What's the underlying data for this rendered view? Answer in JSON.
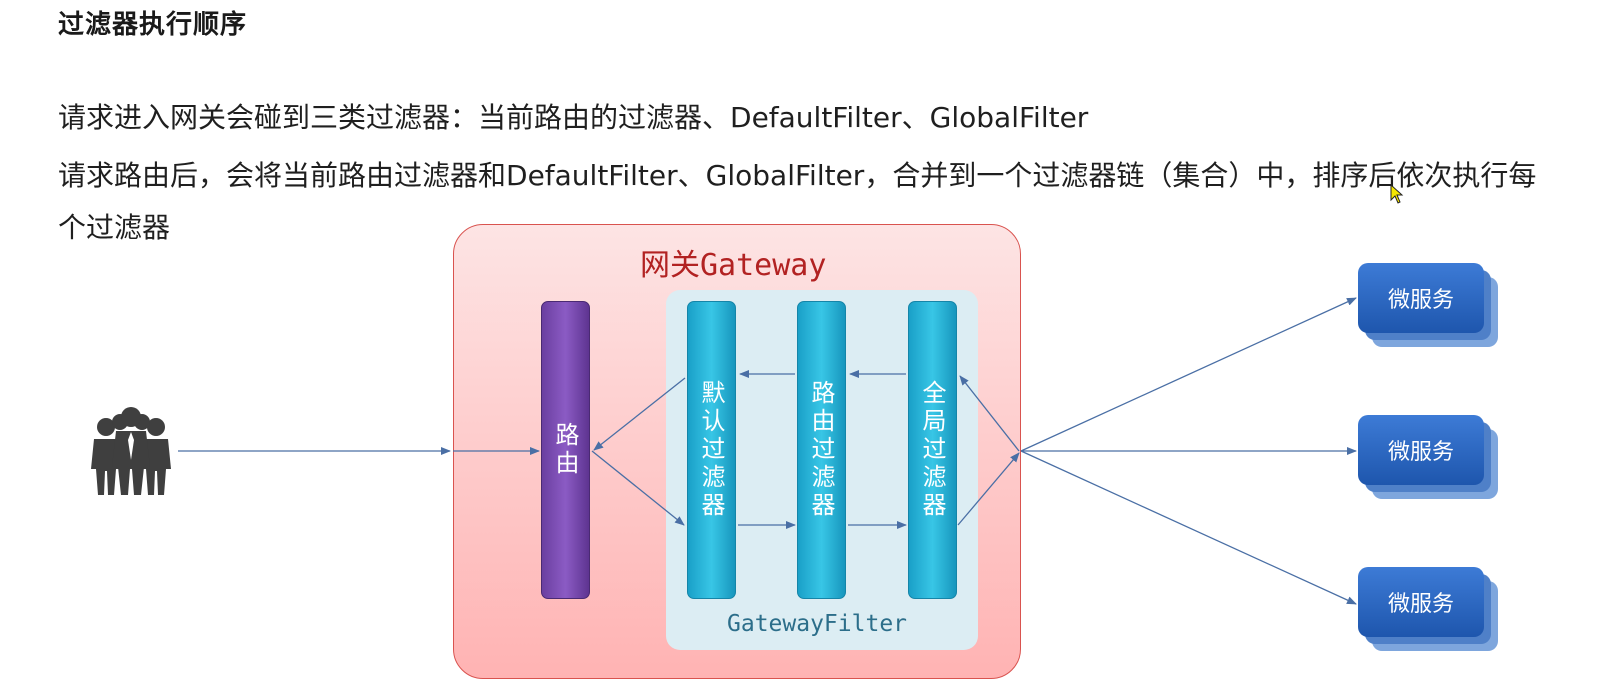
{
  "title": "过滤器执行顺序",
  "paragraphs": [
    "请求进入网关会碰到三类过滤器：当前路由的过滤器、DefaultFilter、GlobalFilter",
    "请求路由后，会将当前路由过滤器和DefaultFilter、GlobalFilter，合并到一个过滤器链（集合）中，排序后依次执行每个过滤器"
  ],
  "diagram": {
    "gateway_label": "网关Gateway",
    "filter_group_label": "GatewayFilter",
    "route_label": "路由",
    "default_filter_label": "默认过滤器",
    "route_filter_label": "路由过滤器",
    "global_filter_label": "全局过滤器",
    "users_icon": "users-group-icon",
    "services": [
      "微服务",
      "微服务",
      "微服务"
    ]
  },
  "colors": {
    "gateway_border": "#d9534f",
    "gateway_title": "#b22222",
    "route_bar": "#7a4db5",
    "filter_bars": "#2bb6dc",
    "service_box": "#2f6ac2",
    "arrow": "#4a6fa5"
  }
}
